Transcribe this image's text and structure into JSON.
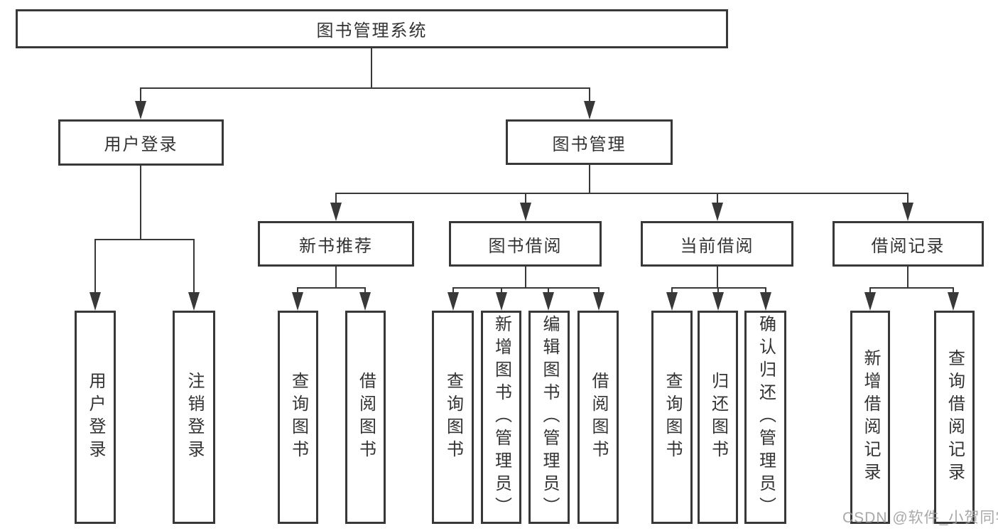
{
  "diagram": {
    "root": {
      "label": "图书管理系统"
    },
    "level2": [
      {
        "id": "user-login",
        "label": "用户登录"
      },
      {
        "id": "book-management",
        "label": "图书管理"
      }
    ],
    "level3": [
      {
        "id": "new-book-recommendation",
        "label": "新书推荐"
      },
      {
        "id": "book-borrowing",
        "label": "图书借阅"
      },
      {
        "id": "current-borrowing",
        "label": "当前借阅"
      },
      {
        "id": "borrowing-records",
        "label": "借阅记录"
      }
    ],
    "leaves": {
      "login": [
        {
          "label": "用户登录"
        },
        {
          "label": "注销登录"
        }
      ],
      "recommendation": [
        {
          "label": "查询图书"
        },
        {
          "label": "借阅图书"
        }
      ],
      "borrowing": [
        {
          "label": "查询图书"
        },
        {
          "label": "新增图书（管理员）"
        },
        {
          "label": "编辑图书（管理员）"
        },
        {
          "label": "借阅图书"
        }
      ],
      "current": [
        {
          "label": "查询图书"
        },
        {
          "label": "归还图书"
        },
        {
          "label": "确认归还（管理员）"
        }
      ],
      "records": [
        {
          "label": "新增借阅记录"
        },
        {
          "label": "查询借阅记录"
        }
      ]
    }
  },
  "watermark": {
    "text": "CSDN @软件_小贺同学"
  },
  "colors": {
    "line": "#383838",
    "text": "#333333",
    "background": "#ffffff",
    "watermark": "#9e9e9e"
  }
}
